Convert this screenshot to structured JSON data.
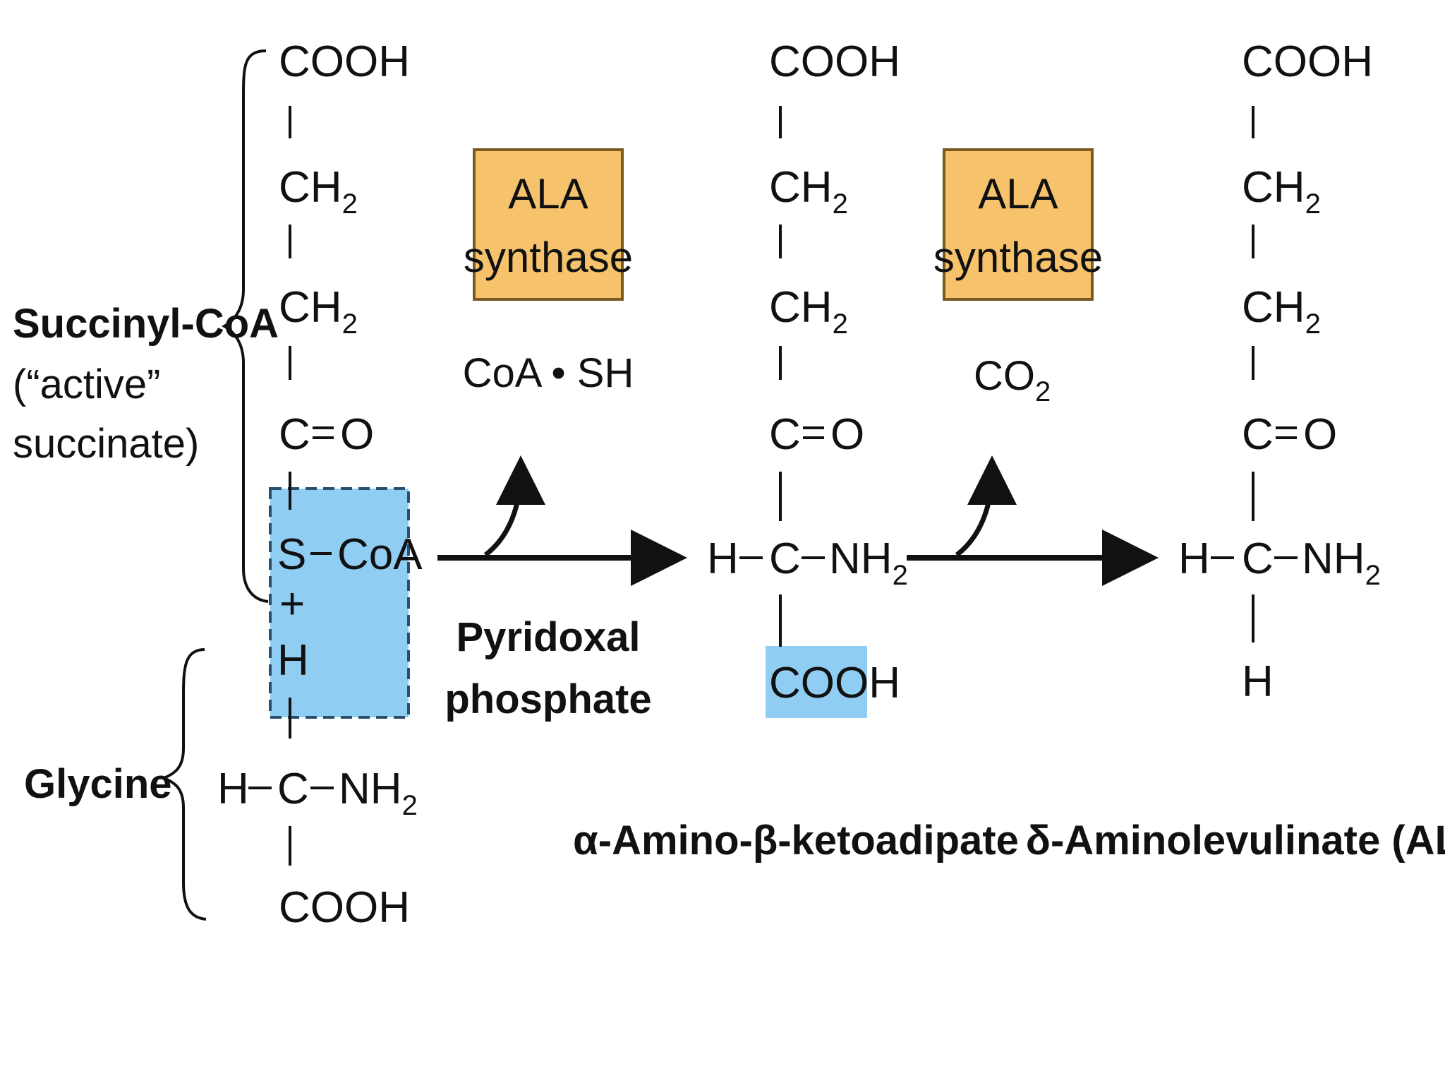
{
  "colors": {
    "highlight": "#8fcdf3",
    "enzyme_box": "#f6c36c",
    "enzyme_border": "#7a5a20",
    "ink": "#111111"
  },
  "labels": {
    "succinyl_coa": "Succinyl-CoA",
    "active_open": "(“active”",
    "succinate_close": "succinate)",
    "glycine": "Glycine",
    "pyridoxal": "Pyridoxal",
    "phosphate": "phosphate",
    "intermediate": "α-Amino-β-ketoadipate",
    "product": "δ-Aminolevulinate (ALA)"
  },
  "enzymes": [
    {
      "line1": "ALA",
      "line2": "synthase"
    },
    {
      "line1": "ALA",
      "line2": "synthase"
    }
  ],
  "byproducts": {
    "coa_sh": "CoA • SH",
    "co2": "CO",
    "co2_sub": "2"
  },
  "atoms": {
    "cooh": "COOH",
    "ch": "CH",
    "two": "2",
    "c": "C",
    "o": "O",
    "s": "S",
    "coa": "CoA",
    "h": "H",
    "plus": "+",
    "nh": "NH"
  }
}
